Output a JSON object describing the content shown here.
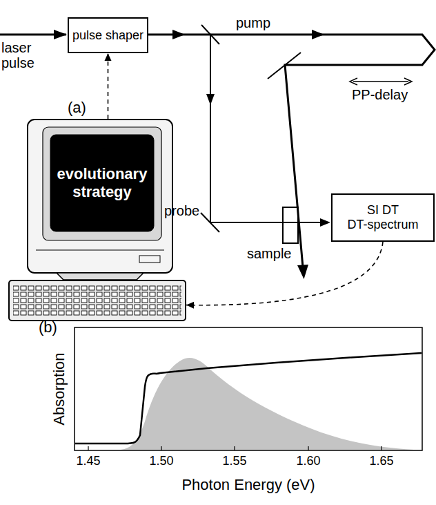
{
  "diagram": {
    "nodes": [
      {
        "text": [
          "pulse shaper"
        ]
      },
      {
        "text": [
          "evolutionary strategy"
        ]
      },
      {
        "text": [
          "SI DT",
          "DT-spectrum"
        ]
      }
    ],
    "edges": [
      {
        "from": 1,
        "to": 0,
        "arrow": "to"
      },
      {
        "from": 2,
        "to": 1,
        "arrow": "to"
      }
    ],
    "labels": [
      "laser pulse",
      "pump",
      "PP-delay",
      "(a)",
      "probe",
      "sample",
      "(b)",
      "Absorption",
      "1.45",
      "1.50",
      "1.55",
      "1.60",
      "1.65",
      "Photon Energy (eV)"
    ]
  }
}
